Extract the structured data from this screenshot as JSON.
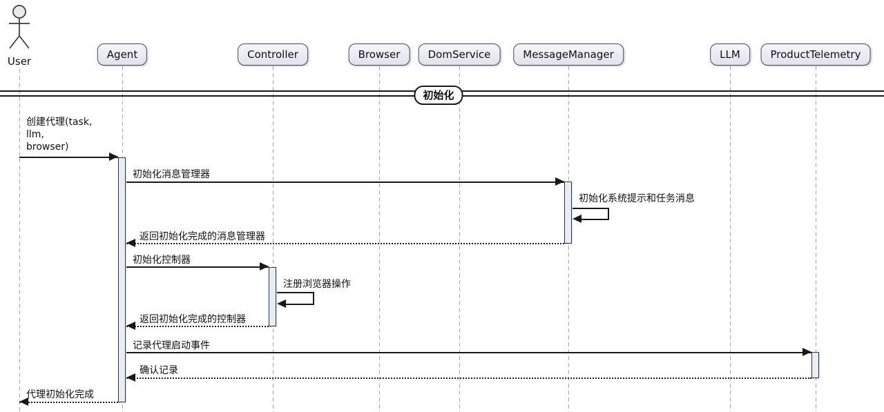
{
  "diagram": {
    "type": "uml-sequence-diagram",
    "divider_label": "初始化",
    "participants": [
      {
        "id": "user",
        "label": "User",
        "kind": "actor"
      },
      {
        "id": "agent",
        "label": "Agent",
        "kind": "box"
      },
      {
        "id": "controller",
        "label": "Controller",
        "kind": "box"
      },
      {
        "id": "browser",
        "label": "Browser",
        "kind": "box"
      },
      {
        "id": "domservice",
        "label": "DomService",
        "kind": "box"
      },
      {
        "id": "messagemanager",
        "label": "MessageManager",
        "kind": "box"
      },
      {
        "id": "llm",
        "label": "LLM",
        "kind": "box"
      },
      {
        "id": "producttelemetry",
        "label": "ProductTelemetry",
        "kind": "box"
      }
    ],
    "messages": [
      {
        "from": "user",
        "to": "agent",
        "label": "创建代理(task,\nllm,\nbrowser)",
        "style": "solid"
      },
      {
        "from": "agent",
        "to": "messagemanager",
        "label": "初始化消息管理器",
        "style": "solid"
      },
      {
        "from": "messagemanager",
        "to": "messagemanager",
        "label": "初始化系统提示和任务消息",
        "style": "self"
      },
      {
        "from": "messagemanager",
        "to": "agent",
        "label": "返回初始化完成的消息管理器",
        "style": "dotted"
      },
      {
        "from": "agent",
        "to": "controller",
        "label": "初始化控制器",
        "style": "solid"
      },
      {
        "from": "controller",
        "to": "controller",
        "label": "注册浏览器操作",
        "style": "self"
      },
      {
        "from": "controller",
        "to": "agent",
        "label": "返回初始化完成的控制器",
        "style": "dotted"
      },
      {
        "from": "agent",
        "to": "producttelemetry",
        "label": "记录代理启动事件",
        "style": "solid"
      },
      {
        "from": "producttelemetry",
        "to": "agent",
        "label": "确认记录",
        "style": "dotted"
      },
      {
        "from": "agent",
        "to": "user",
        "label": "代理初始化完成",
        "style": "dotted"
      }
    ],
    "colors": {
      "background": "#FFFFFF",
      "line": "#181818",
      "text": "#101010",
      "lifeline": "#A9A9A9",
      "box_border": "#46465A",
      "box_fill_top": "#F5F5FA",
      "box_fill_bottom": "#E2E2EC",
      "activation_fill": "#E8EEF6"
    }
  }
}
